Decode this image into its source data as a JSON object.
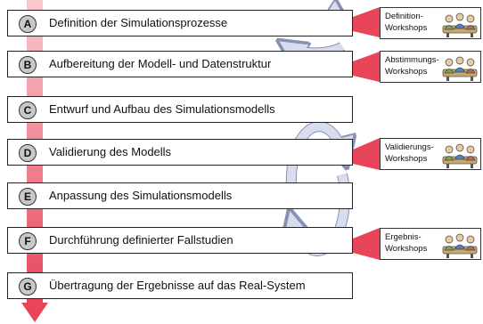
{
  "steps": [
    {
      "letter": "A",
      "label": "Definition der Simulationsprozesse"
    },
    {
      "letter": "B",
      "label": "Aufbereitung der Modell- und Datenstruktur"
    },
    {
      "letter": "C",
      "label": "Entwurf und Aufbau des Simulationsmodells"
    },
    {
      "letter": "D",
      "label": "Validierung des Modells"
    },
    {
      "letter": "E",
      "label": "Anpassung des Simulationsmodells"
    },
    {
      "letter": "F",
      "label": "Durchführung definierter Fallstudien"
    },
    {
      "letter": "G",
      "label": "Übertragung der Ergebnisse auf das Real-System"
    }
  ],
  "workshops": [
    {
      "label": "Definition-\nWorkshops",
      "icon": "people-group-icon"
    },
    {
      "label": "Abstimmungs-\nWorkshops",
      "icon": "people-group-icon"
    },
    {
      "label": "Validierungs-\nWorkshops",
      "icon": "people-group-icon"
    },
    {
      "label": "Ergebnis-\nWorkshops",
      "icon": "people-group-icon"
    }
  ],
  "colors": {
    "timeline_top": "#f9c9cf",
    "timeline_bottom": "#e8455a",
    "workshop_flag": "#e8455a",
    "cycle_arrow": "#d9dced",
    "cycle_arrow_stroke": "#8890b4",
    "step_letter_bg": "#c8c8c8"
  }
}
